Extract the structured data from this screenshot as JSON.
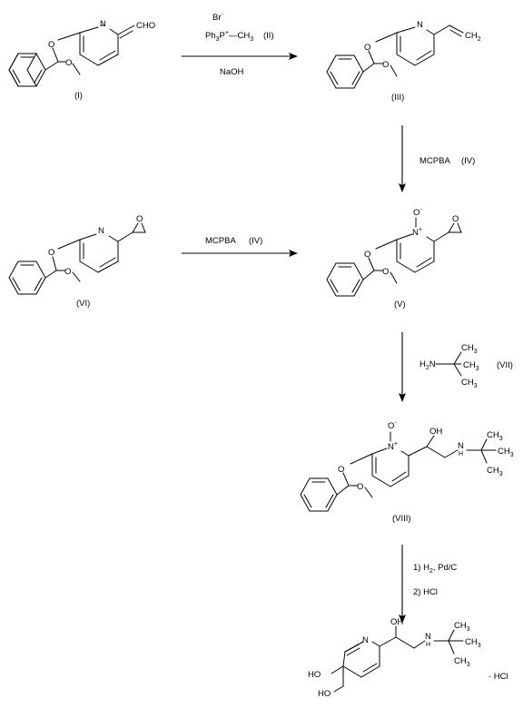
{
  "compounds": [
    {
      "id": "I",
      "label": "(I)",
      "groups": [
        "N",
        "CHO",
        "O",
        "O"
      ]
    },
    {
      "id": "III",
      "label": "(III)",
      "groups": [
        "N",
        "CH",
        "2",
        "O",
        "O"
      ]
    },
    {
      "id": "VI",
      "label": "(VI)",
      "groups": [
        "N",
        "O",
        "O",
        "O"
      ]
    },
    {
      "id": "V",
      "label": "(V)",
      "groups": [
        "N",
        "+",
        "O",
        "-",
        "O",
        "O",
        "O"
      ]
    },
    {
      "id": "VIII",
      "label": "(VIII)",
      "groups": [
        "N",
        "+",
        "O",
        "-",
        "OH",
        "N",
        "H",
        "O",
        "O"
      ]
    },
    {
      "id": "final",
      "groups": [
        "N",
        "OH",
        "N",
        "H",
        "HO",
        "HO",
        "· HCl"
      ]
    }
  ],
  "reagents": {
    "r1": {
      "anion": "Br",
      "anion_charge": "-",
      "ph": "Ph",
      "ph_sub": "3",
      "p": "P",
      "p_charge": "+",
      "ch": "—CH",
      "ch_sub": "3",
      "ref": "(II)",
      "base": "NaOH"
    },
    "r2": {
      "text": "MCPBA",
      "ref": "(IV)"
    },
    "r3": {
      "text": "MCPBA",
      "ref": "(IV)"
    },
    "r4": {
      "h": "H",
      "h_sub": "2",
      "n": "N",
      "ch3": "CH",
      "ch3_sub": "3",
      "ref": "(VII)"
    },
    "r5": {
      "step1": "1) H",
      "step1_sub": "2",
      "step1_rest": ", Pd/C",
      "step2": "2) HCl"
    }
  }
}
